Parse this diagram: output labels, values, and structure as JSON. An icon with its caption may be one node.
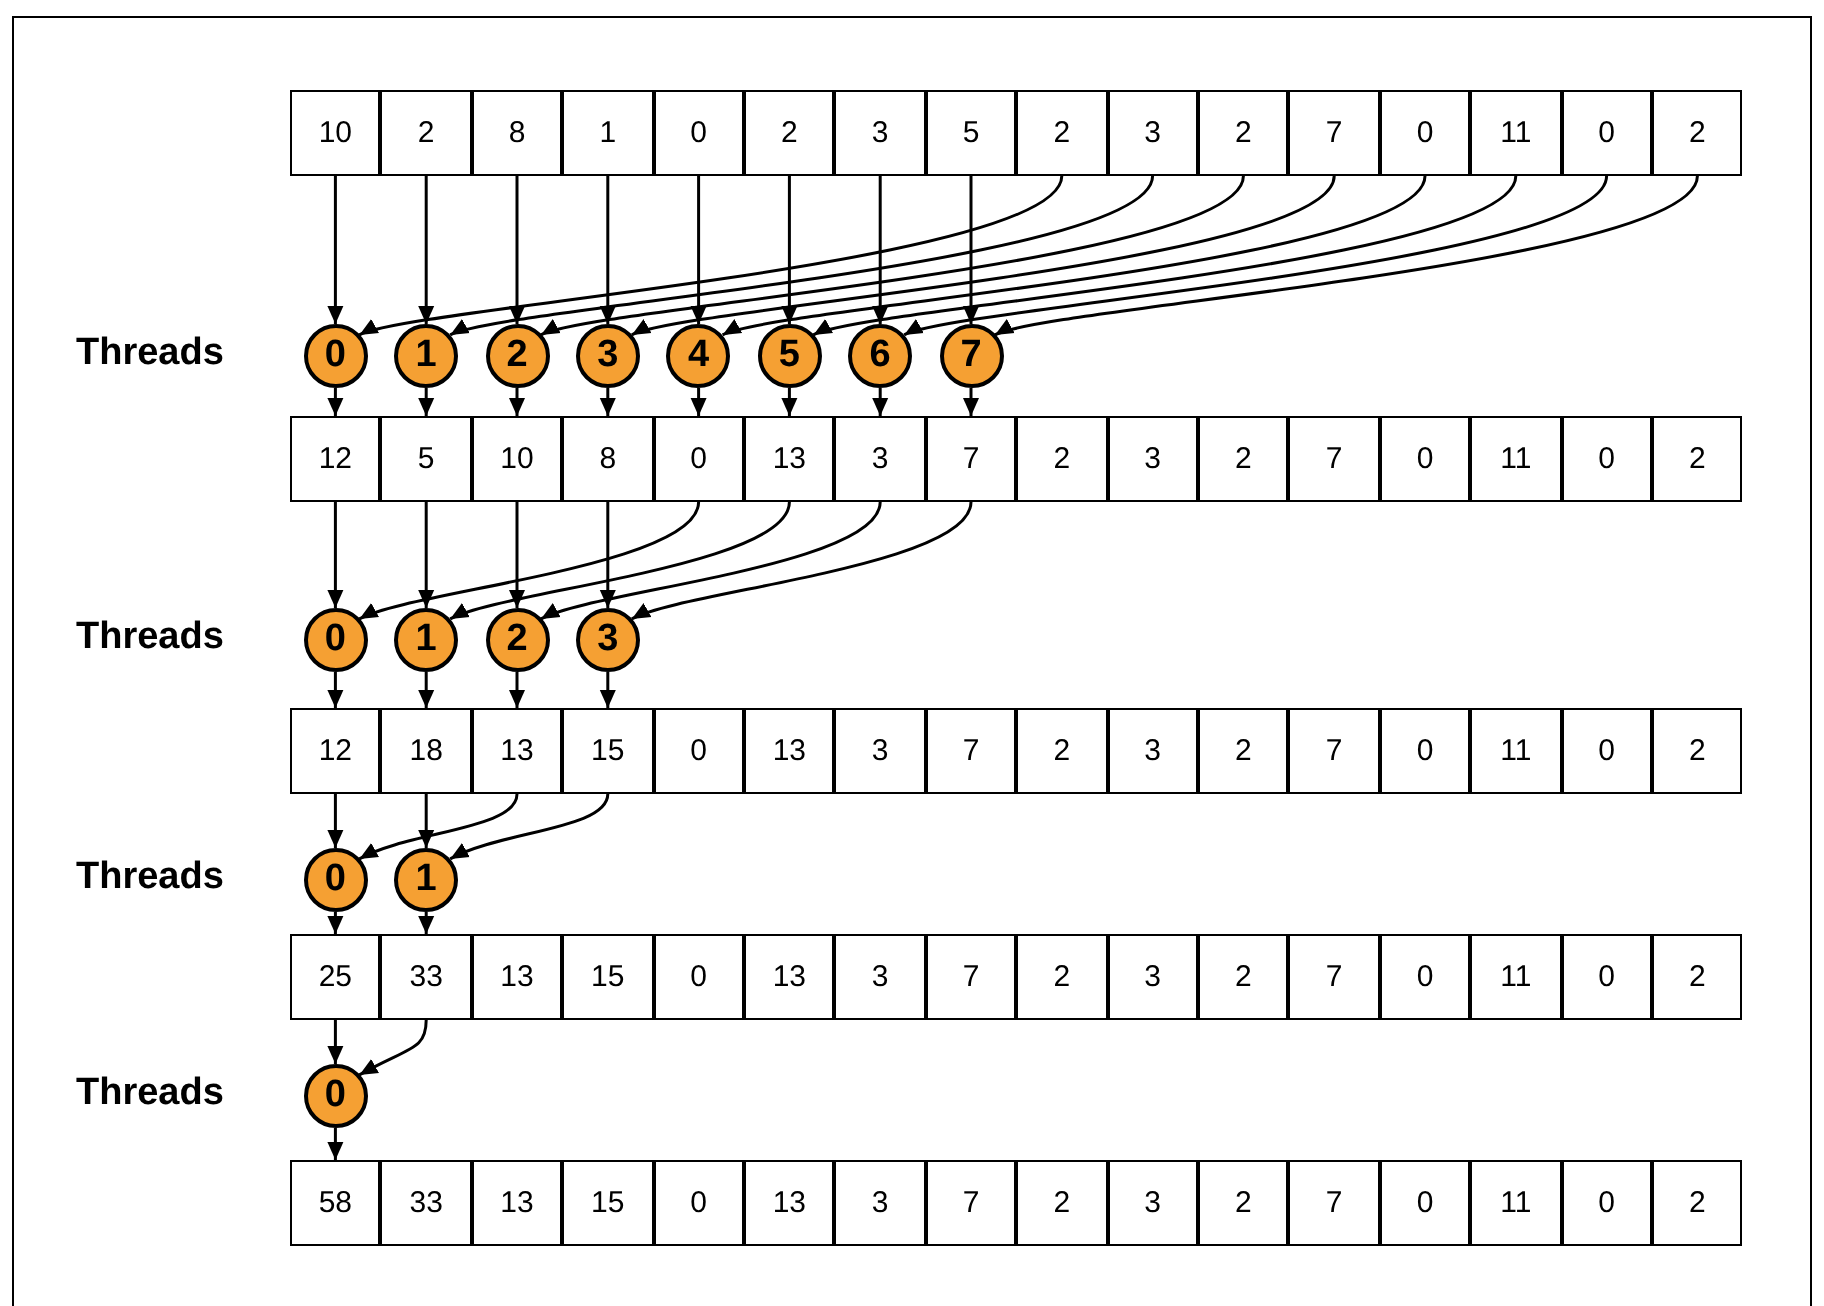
{
  "diagram": {
    "nodes": [
      {
        "text": [
          "10"
        ]
      },
      {
        "text": [
          "2"
        ]
      },
      {
        "text": [
          "8"
        ]
      },
      {
        "text": [
          "1"
        ]
      },
      {
        "text": [
          "0"
        ]
      },
      {
        "text": [
          "2"
        ]
      },
      {
        "text": [
          "3"
        ]
      },
      {
        "text": [
          "5"
        ]
      },
      {
        "text": [
          "2"
        ]
      },
      {
        "text": [
          "3"
        ]
      },
      {
        "text": [
          "2"
        ]
      },
      {
        "text": [
          "7"
        ]
      },
      {
        "text": [
          "0"
        ]
      },
      {
        "text": [
          "11"
        ]
      },
      {
        "text": [
          "0"
        ]
      },
      {
        "text": [
          "2"
        ]
      },
      {
        "text": [
          "0"
        ]
      },
      {
        "text": [
          "1"
        ]
      },
      {
        "text": [
          "2"
        ]
      },
      {
        "text": [
          "3"
        ]
      },
      {
        "text": [
          "4"
        ]
      },
      {
        "text": [
          "5"
        ]
      },
      {
        "text": [
          "6"
        ]
      },
      {
        "text": [
          "7"
        ]
      },
      {
        "text": [
          "12"
        ]
      },
      {
        "text": [
          "5"
        ]
      },
      {
        "text": [
          "10"
        ]
      },
      {
        "text": [
          "8"
        ]
      },
      {
        "text": [
          "0"
        ]
      },
      {
        "text": [
          "13"
        ]
      },
      {
        "text": [
          "3"
        ]
      },
      {
        "text": [
          "7"
        ]
      },
      {
        "text": [
          "2"
        ]
      },
      {
        "text": [
          "3"
        ]
      },
      {
        "text": [
          "2"
        ]
      },
      {
        "text": [
          "7"
        ]
      },
      {
        "text": [
          "0"
        ]
      },
      {
        "text": [
          "11"
        ]
      },
      {
        "text": [
          "0"
        ]
      },
      {
        "text": [
          "2"
        ]
      },
      {
        "text": [
          "0"
        ]
      },
      {
        "text": [
          "1"
        ]
      },
      {
        "text": [
          "2"
        ]
      },
      {
        "text": [
          "3"
        ]
      },
      {
        "text": [
          "12"
        ]
      },
      {
        "text": [
          "18"
        ]
      },
      {
        "text": [
          "13"
        ]
      },
      {
        "text": [
          "15"
        ]
      },
      {
        "text": [
          "0"
        ]
      },
      {
        "text": [
          "13"
        ]
      },
      {
        "text": [
          "3"
        ]
      },
      {
        "text": [
          "7"
        ]
      },
      {
        "text": [
          "2"
        ]
      },
      {
        "text": [
          "3"
        ]
      },
      {
        "text": [
          "2"
        ]
      },
      {
        "text": [
          "7"
        ]
      },
      {
        "text": [
          "0"
        ]
      },
      {
        "text": [
          "11"
        ]
      },
      {
        "text": [
          "0"
        ]
      },
      {
        "text": [
          "2"
        ]
      },
      {
        "text": [
          "0"
        ]
      },
      {
        "text": [
          "1"
        ]
      },
      {
        "text": [
          "25"
        ]
      },
      {
        "text": [
          "33"
        ]
      },
      {
        "text": [
          "13"
        ]
      },
      {
        "text": [
          "15"
        ]
      },
      {
        "text": [
          "0"
        ]
      },
      {
        "text": [
          "13"
        ]
      },
      {
        "text": [
          "3"
        ]
      },
      {
        "text": [
          "7"
        ]
      },
      {
        "text": [
          "2"
        ]
      },
      {
        "text": [
          "3"
        ]
      },
      {
        "text": [
          "2"
        ]
      },
      {
        "text": [
          "7"
        ]
      },
      {
        "text": [
          "0"
        ]
      },
      {
        "text": [
          "11"
        ]
      },
      {
        "text": [
          "0"
        ]
      },
      {
        "text": [
          "2"
        ]
      },
      {
        "text": [
          "0"
        ]
      },
      {
        "text": [
          "58"
        ]
      },
      {
        "text": [
          "33"
        ]
      },
      {
        "text": [
          "13"
        ]
      },
      {
        "text": [
          "15"
        ]
      },
      {
        "text": [
          "0"
        ]
      },
      {
        "text": [
          "13"
        ]
      },
      {
        "text": [
          "3"
        ]
      },
      {
        "text": [
          "7"
        ]
      },
      {
        "text": [
          "2"
        ]
      },
      {
        "text": [
          "3"
        ]
      },
      {
        "text": [
          "2"
        ]
      },
      {
        "text": [
          "7"
        ]
      },
      {
        "text": [
          "0"
        ]
      },
      {
        "text": [
          "11"
        ]
      },
      {
        "text": [
          "0"
        ]
      },
      {
        "text": [
          "2"
        ]
      }
    ],
    "edges": [
      {
        "from": 0,
        "to": 16,
        "arrow": "to"
      },
      {
        "from": 1,
        "to": 17,
        "arrow": "to"
      },
      {
        "from": 2,
        "to": 18,
        "arrow": "to"
      },
      {
        "from": 3,
        "to": 19,
        "arrow": "to"
      },
      {
        "from": 4,
        "to": 20,
        "arrow": "to"
      },
      {
        "from": 5,
        "to": 21,
        "arrow": "to"
      },
      {
        "from": 6,
        "to": 22,
        "arrow": "to"
      },
      {
        "from": 7,
        "to": 23,
        "arrow": "to"
      },
      {
        "from": 8,
        "to": 16,
        "arrow": "to"
      },
      {
        "from": 9,
        "to": 17,
        "arrow": "to"
      },
      {
        "from": 10,
        "to": 18,
        "arrow": "to"
      },
      {
        "from": 11,
        "to": 19,
        "arrow": "to"
      },
      {
        "from": 12,
        "to": 20,
        "arrow": "to"
      },
      {
        "from": 13,
        "to": 21,
        "arrow": "to"
      },
      {
        "from": 14,
        "to": 22,
        "arrow": "to"
      },
      {
        "from": 15,
        "to": 23,
        "arrow": "to"
      },
      {
        "from": 16,
        "to": 24,
        "arrow": "to"
      },
      {
        "from": 17,
        "to": 25,
        "arrow": "to"
      },
      {
        "from": 18,
        "to": 26,
        "arrow": "to"
      },
      {
        "from": 19,
        "to": 27,
        "arrow": "to"
      },
      {
        "from": 20,
        "to": 28,
        "arrow": "to"
      },
      {
        "from": 21,
        "to": 29,
        "arrow": "to"
      },
      {
        "from": 22,
        "to": 30,
        "arrow": "to"
      },
      {
        "from": 23,
        "to": 31,
        "arrow": "to"
      },
      {
        "from": 24,
        "to": 40,
        "arrow": "to"
      },
      {
        "from": 25,
        "to": 41,
        "arrow": "to"
      },
      {
        "from": 26,
        "to": 42,
        "arrow": "to"
      },
      {
        "from": 27,
        "to": 43,
        "arrow": "to"
      },
      {
        "from": 28,
        "to": 40,
        "arrow": "to"
      },
      {
        "from": 29,
        "to": 41,
        "arrow": "to"
      },
      {
        "from": 30,
        "to": 42,
        "arrow": "to"
      },
      {
        "from": 31,
        "to": 43,
        "arrow": "to"
      },
      {
        "from": 40,
        "to": 44,
        "arrow": "to"
      },
      {
        "from": 41,
        "to": 45,
        "arrow": "to"
      },
      {
        "from": 42,
        "to": 46,
        "arrow": "to"
      },
      {
        "from": 43,
        "to": 47,
        "arrow": "to"
      },
      {
        "from": 44,
        "to": 60,
        "arrow": "to"
      },
      {
        "from": 45,
        "to": 61,
        "arrow": "to"
      },
      {
        "from": 46,
        "to": 60,
        "arrow": "to"
      },
      {
        "from": 47,
        "to": 61,
        "arrow": "to"
      },
      {
        "from": 60,
        "to": 62,
        "arrow": "to"
      },
      {
        "from": 61,
        "to": 63,
        "arrow": "to"
      },
      {
        "from": 62,
        "to": 78,
        "arrow": "to"
      },
      {
        "from": 63,
        "to": 78,
        "arrow": "to"
      },
      {
        "from": 78,
        "to": 79,
        "arrow": "to"
      }
    ],
    "labels": [
      "Threads",
      "Threads",
      "Threads",
      "Threads"
    ]
  }
}
